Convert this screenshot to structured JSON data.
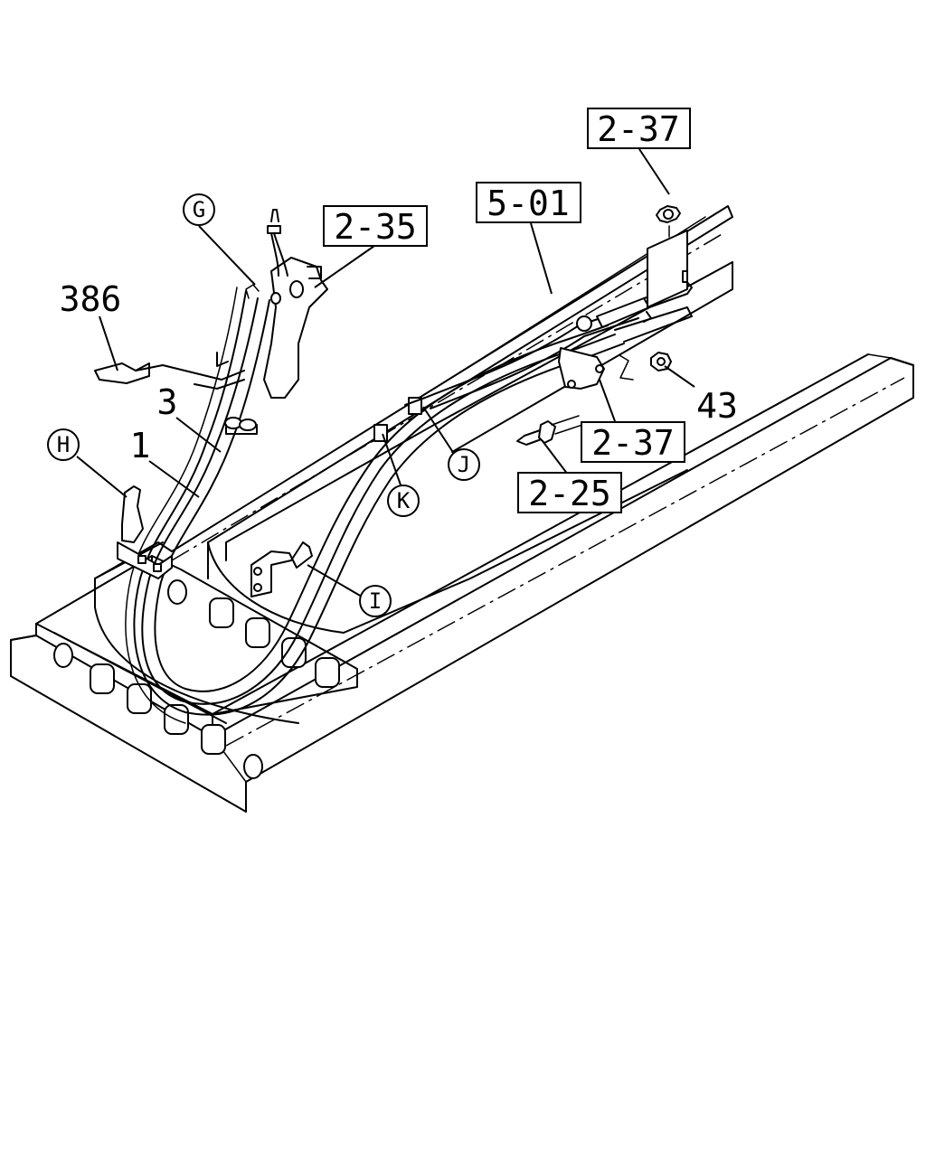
{
  "callouts": {
    "ref_2_37_top": "2-37",
    "ref_5_01": "5-01",
    "ref_2_35": "2-35",
    "ref_2_37_mid": "2-37",
    "ref_2_25": "2-25",
    "part_386": "386",
    "part_3": "3",
    "part_1": "1",
    "part_43": "43"
  },
  "circle_labels": {
    "g": "G",
    "h": "H",
    "i": "I",
    "j": "J",
    "k": "K"
  }
}
